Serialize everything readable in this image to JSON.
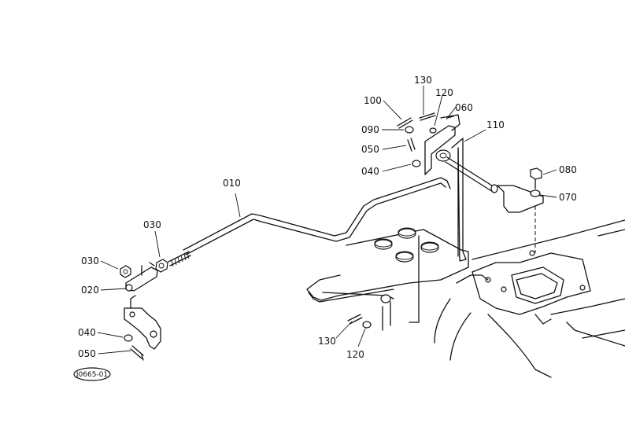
{
  "callouts": {
    "p010": "010",
    "p020": "020",
    "p030_left": "030",
    "p030_upper": "030",
    "p040_left": "040",
    "p040_right": "040",
    "p050_left": "050",
    "p050_right": "050",
    "p060": "060",
    "p070": "070",
    "p080": "080",
    "p090": "090",
    "p100": "100",
    "p110": "110",
    "p120_upper": "120",
    "p120_lower": "120",
    "p130_upper": "130",
    "p130_lower": "130"
  },
  "drawing_ref": "J0665-01"
}
